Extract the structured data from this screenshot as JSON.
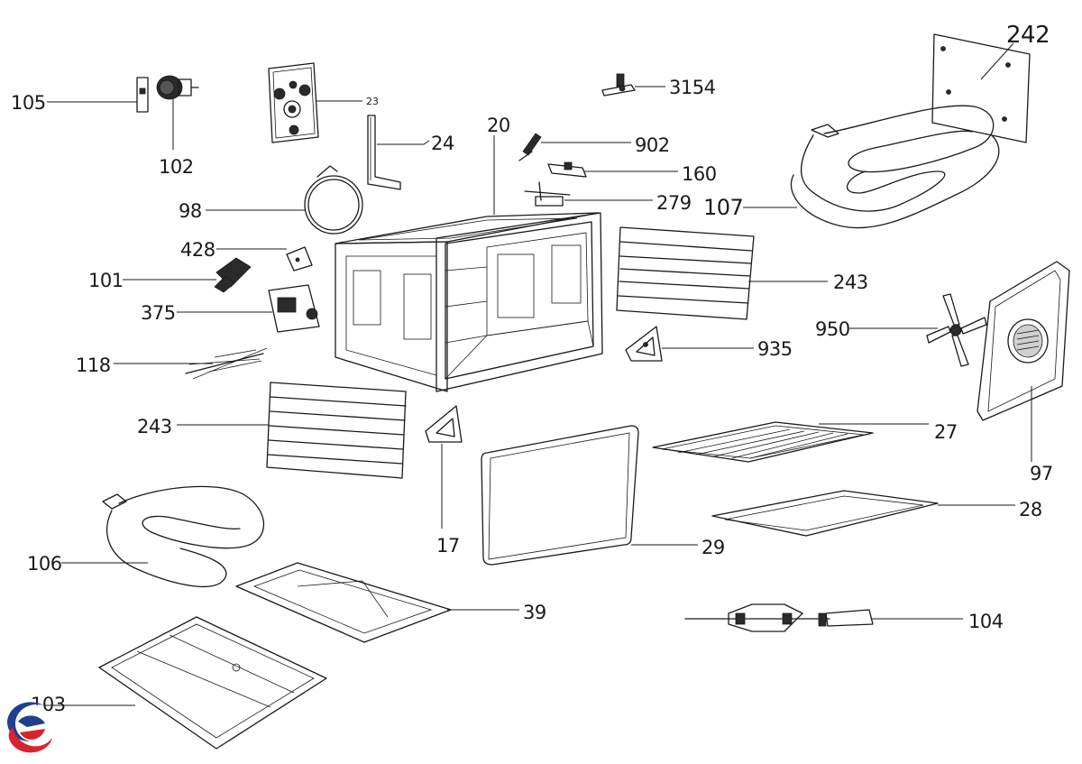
{
  "diagram": {
    "labels": {
      "p105": "105",
      "p102": "102",
      "p23": "23",
      "p24": "24",
      "p3154": "3154",
      "p20": "20",
      "p902": "902",
      "p160": "160",
      "p279": "279",
      "p107": "107",
      "p242": "242",
      "p98": "98",
      "p428": "428",
      "p101": "101",
      "p375": "375",
      "p118": "118",
      "p243a": "243",
      "p243b": "243",
      "p935": "935",
      "p950": "950",
      "p27": "27",
      "p97": "97",
      "p17": "17",
      "p28": "28",
      "p29": "29",
      "p106": "106",
      "p39": "39",
      "p104": "104",
      "p103": "103"
    },
    "logo": {
      "colors": {
        "blue": "#1f3f8f",
        "red": "#d9232e"
      }
    }
  }
}
